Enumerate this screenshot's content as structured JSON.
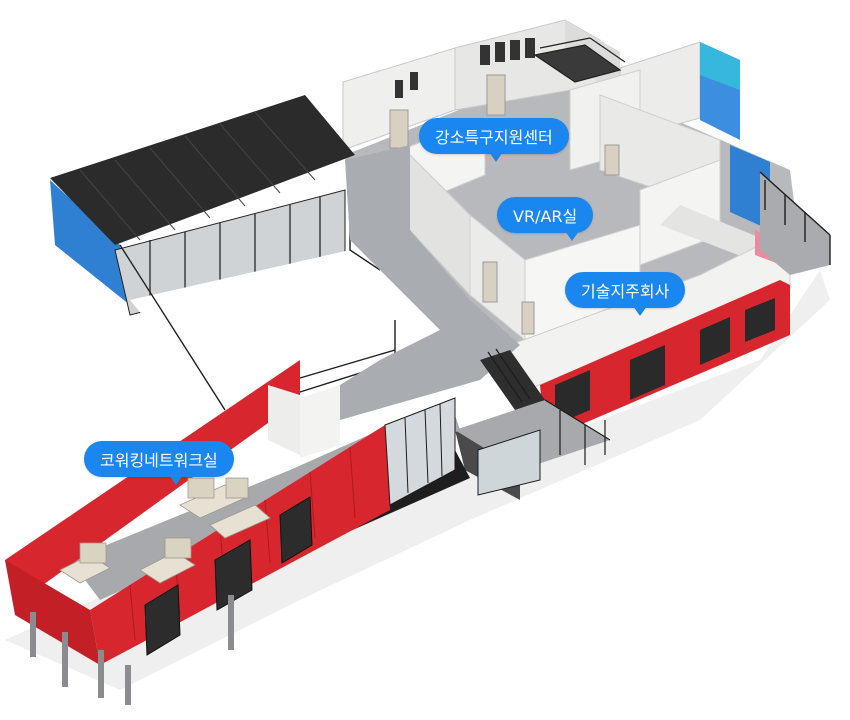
{
  "labels": {
    "gangso": "강소특구지원센터",
    "vrar": "VR/AR실",
    "tech": "기술지주회사",
    "coworking": "코워킹네트워크실"
  },
  "colors": {
    "callout": "#1a86f0",
    "container_red": "#d8262e",
    "container_blue": "#2f7fd2",
    "container_cyan": "#35b8dc",
    "container_pink": "#ee8aa0",
    "roof": "#2b2b2b",
    "floor": "#a9acb0",
    "wall": "#f1f1ef"
  }
}
